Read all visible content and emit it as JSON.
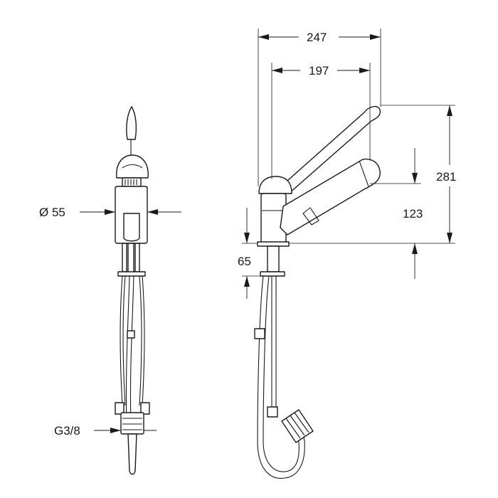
{
  "drawing": {
    "dimensions": {
      "overall_length": "247",
      "spout_length": "197",
      "overall_height": "281",
      "spout_height": "123",
      "base_height": "65",
      "body_diameter": "Ø 55",
      "connection_thread": "G3/8"
    }
  }
}
